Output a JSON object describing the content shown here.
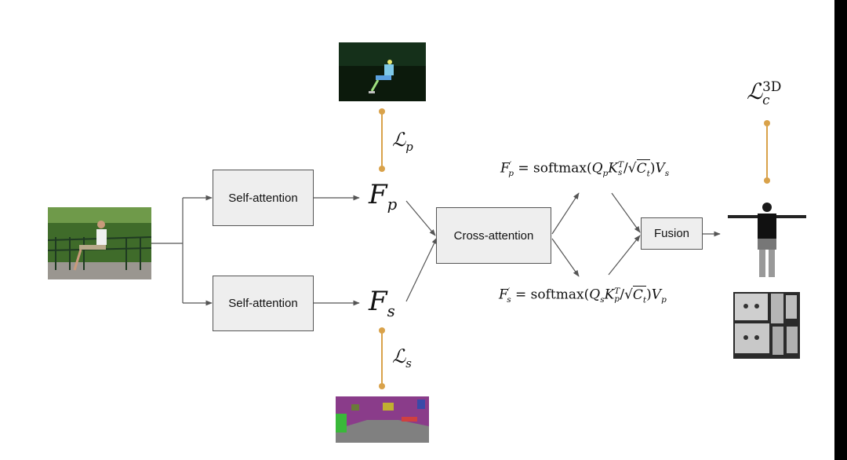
{
  "nodes": {
    "self_attention_top": "Self-attention",
    "self_attention_bottom": "Self-attention",
    "cross_attention": "Cross-attention",
    "fusion": "Fusion"
  },
  "features": {
    "fp_symbol": "F",
    "fp_sub": "p",
    "fs_symbol": "F",
    "fs_sub": "s"
  },
  "losses": {
    "lp_symbol": "ℒ",
    "lp_sub": "p",
    "ls_symbol": "ℒ",
    "ls_sub": "s",
    "l3d_symbol": "ℒ",
    "l3d_sub": "c",
    "l3d_sup": "3D"
  },
  "formulas": {
    "top": {
      "lhs": "F",
      "lhs_sub": "p",
      "prime": "′",
      "eq": " = ",
      "fn": "softmax",
      "q": "Q",
      "q_sub": "p",
      "k": "K",
      "k_sub": "s",
      "k_sup": "T",
      "slash": "/",
      "sqrt": "√",
      "c": "C",
      "c_sub": "t",
      "v": "V",
      "v_sub": "s"
    },
    "bottom": {
      "lhs": "F",
      "lhs_sub": "s",
      "prime": "′",
      "eq": " = ",
      "fn": "softmax",
      "q": "Q",
      "q_sub": "s",
      "k": "K",
      "k_sub": "p",
      "k_sup": "T",
      "slash": "/",
      "sqrt": "√",
      "c": "C",
      "c_sub": "t",
      "v": "V",
      "v_sub": "p"
    }
  },
  "colors": {
    "loss_line": "#d9a24a",
    "arrow": "#555555",
    "box_fill": "#eeeeee"
  }
}
